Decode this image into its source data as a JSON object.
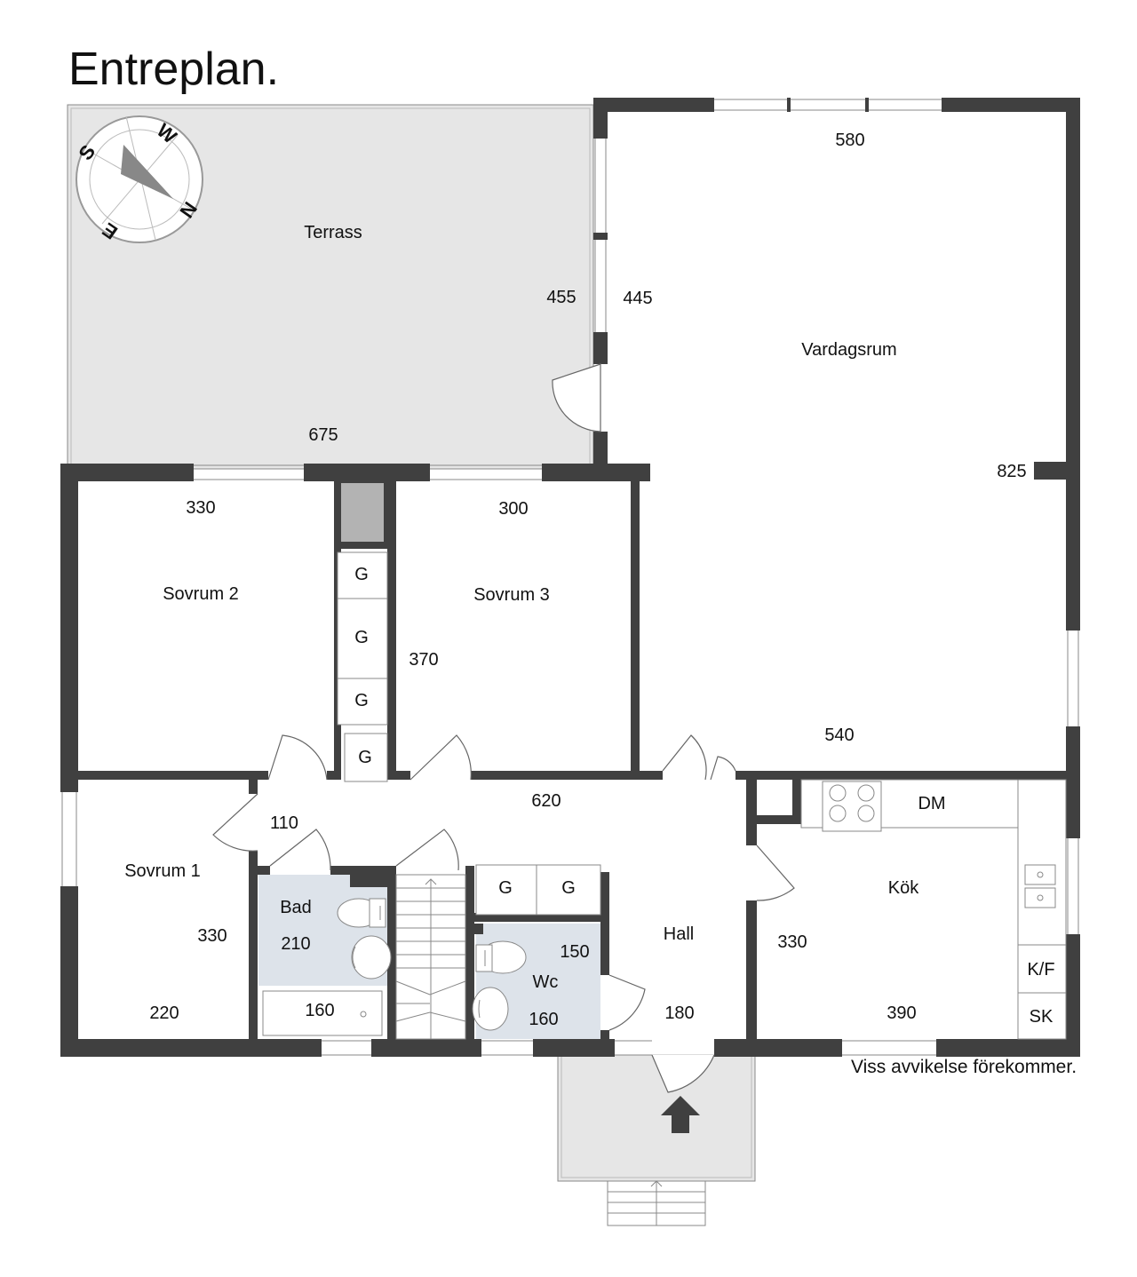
{
  "title": "Entreplan.",
  "note": "Viss avvikelse förekommer.",
  "compass": {
    "letters": [
      "W",
      "N",
      "E",
      "S"
    ]
  },
  "colors": {
    "wall": "#404040",
    "terrace": "#e6e6e6",
    "wet_room": "#dde3ea",
    "chimney": "#b3b3b3",
    "line": "#888888"
  },
  "rooms": {
    "terrass": "Terrass",
    "vardagsrum": "Vardagsrum",
    "sovrum2": "Sovrum 2",
    "sovrum3": "Sovrum 3",
    "sovrum1": "Sovrum 1",
    "bad": "Bad",
    "wc": "Wc",
    "hall": "Hall",
    "kok": "Kök"
  },
  "fixtures": {
    "garderob": "G",
    "dm": "DM",
    "kf": "K/F",
    "sk": "SK"
  },
  "dimensions": {
    "terrass_width": "675",
    "terrass_height": "455",
    "vardagsrum_width": "580",
    "vardagsrum_depth": "445",
    "vardagsrum_height": "825",
    "vardagsrum_width2": "540",
    "sovrum2_width": "330",
    "sovrum3_width": "300",
    "sovrum3_height": "370",
    "corridor_length": "620",
    "corridor_width": "110",
    "sovrum1_height": "330",
    "sovrum1_width": "220",
    "bad_height": "210",
    "bad_width": "160",
    "wc_height": "150",
    "wc_width": "160",
    "hall_width": "180",
    "kok_height": "330",
    "kok_width": "390"
  }
}
